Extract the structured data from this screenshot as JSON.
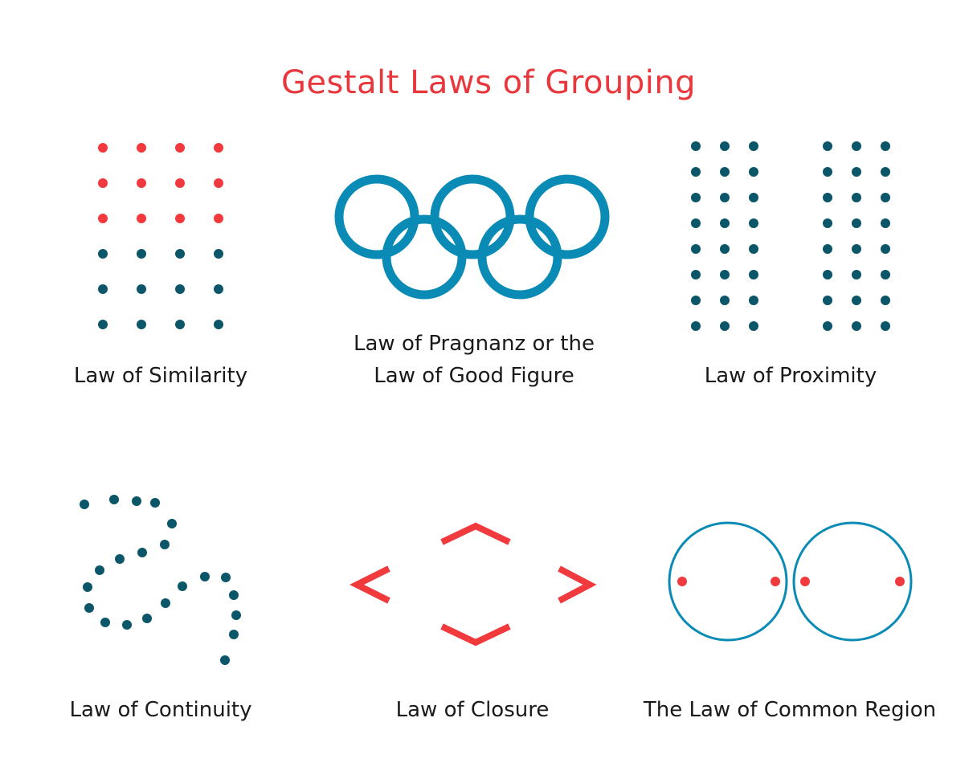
{
  "title": "Gestalt Laws of Grouping",
  "colors": {
    "red": "#f03a3d",
    "teal": "#0b5668",
    "blue": "#0a8bb5",
    "title": "#e8383d"
  },
  "panels": {
    "similarity": {
      "label": "Law of Similarity",
      "grid": {
        "cols": 4,
        "rows": 6,
        "red_rows": 3
      }
    },
    "pragnanz": {
      "label_line1": "Law of Pragnanz or the",
      "label_line2": "Law of Good Figure",
      "rings": 5
    },
    "proximity": {
      "label": "Law of Proximity",
      "groups": 2,
      "cols_per_group": 3,
      "rows": 8
    },
    "continuity": {
      "label": "Law of Continuity"
    },
    "closure": {
      "label": "Law of Closure"
    },
    "common_region": {
      "label": "The Law of Common Region",
      "regions": 2,
      "dots_per_region": 2
    }
  }
}
